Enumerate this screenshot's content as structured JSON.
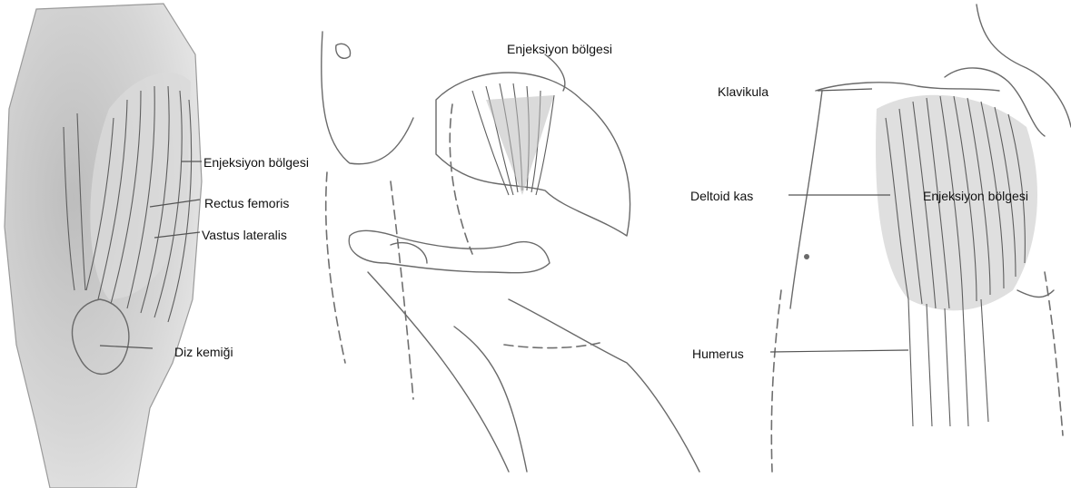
{
  "panels": [
    {
      "id": "thigh",
      "labels": {
        "injection_site": "Enjeksiyon bölgesi",
        "rectus_femoris": "Rectus femoris",
        "vastus_lateralis": "Vastus lateralis",
        "kneecap": "Diz kemiği"
      }
    },
    {
      "id": "hip",
      "labels": {
        "injection_site": "Enjeksiyon bölgesi"
      }
    },
    {
      "id": "shoulder",
      "labels": {
        "clavicle": "Klavikula",
        "deltoid": "Deltoid kas",
        "injection_site": "Enjeksiyon bölgesi",
        "humerus": "Humerus"
      }
    }
  ],
  "colors": {
    "ink": "#6a6a6a",
    "shade": "#cfcfcf",
    "text": "#111111"
  }
}
